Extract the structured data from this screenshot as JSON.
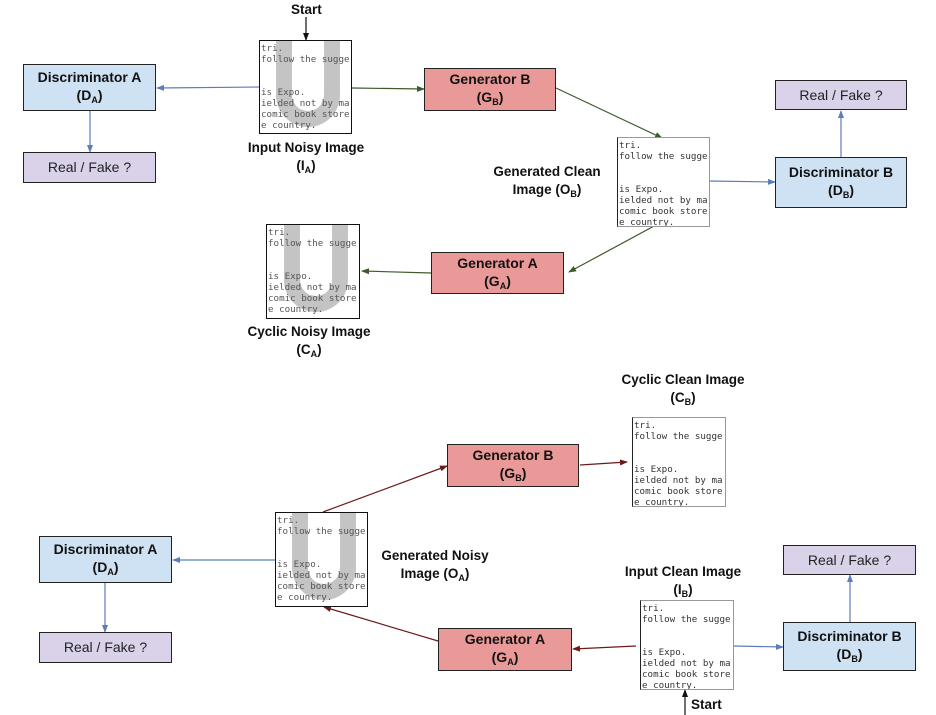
{
  "diagram": {
    "type": "CycleGAN document denoising flow",
    "start_label": "Start",
    "thumbnail_text_lines": [
      "tri.",
      "follow the sugge",
      "",
      "",
      "is Expo.",
      "ielded not by ma",
      "comic book store",
      "e country."
    ],
    "colors": {
      "discriminator_fill": "#cfe2f3",
      "generator_fill": "#ea9999",
      "real_fake_fill": "#d9d2e9",
      "edge_blue": "#5b7db8",
      "edge_green": "#3d5a2b",
      "edge_maroon": "#6b1a1a"
    }
  },
  "top": {
    "discriminator_a": {
      "name": "Discriminator A",
      "sym": "D",
      "sub": "A"
    },
    "real_fake_a": "Real / Fake ?",
    "input_image": {
      "name": "Input Noisy Image",
      "sym": "I",
      "sub": "A"
    },
    "generator_b": {
      "name": "Generator B",
      "sym": "G",
      "sub": "B"
    },
    "generated_image": {
      "name_line1": "Generated Clean",
      "name_line2": "Image",
      "sym": "O",
      "sub": "B"
    },
    "discriminator_b": {
      "name": "Discriminator B",
      "sym": "D",
      "sub": "B"
    },
    "real_fake_b": "Real / Fake ?",
    "generator_a": {
      "name": "Generator A",
      "sym": "G",
      "sub": "A"
    },
    "cyclic_image": {
      "name": "Cyclic Noisy Image",
      "sym": "C",
      "sub": "A"
    }
  },
  "bottom": {
    "cyclic_image": {
      "name": "Cyclic Clean Image",
      "sym": "C",
      "sub": "B"
    },
    "generator_b": {
      "name": "Generator B",
      "sym": "G",
      "sub": "B"
    },
    "discriminator_a": {
      "name": "Discriminator A",
      "sym": "D",
      "sub": "A"
    },
    "real_fake_a": "Real / Fake ?",
    "generated_image": {
      "name_line1": "Generated Noisy",
      "name_line2": "Image",
      "sym": "O",
      "sub": "A"
    },
    "input_image": {
      "name": "Input Clean Image",
      "sym": "I",
      "sub": "B"
    },
    "generator_a": {
      "name": "Generator A",
      "sym": "G",
      "sub": "A"
    },
    "discriminator_b": {
      "name": "Discriminator B",
      "sym": "D",
      "sub": "B"
    },
    "real_fake_b": "Real / Fake ?"
  },
  "edges": [
    {
      "from": "start-top",
      "to": "top-input-image",
      "color": "black"
    },
    {
      "from": "top-input-image",
      "to": "top-discriminator-a",
      "color": "blue"
    },
    {
      "from": "top-discriminator-a",
      "to": "top-real-fake-a",
      "color": "blue"
    },
    {
      "from": "top-input-image",
      "to": "top-generator-b",
      "color": "green"
    },
    {
      "from": "top-generator-b",
      "to": "top-generated-image",
      "color": "green"
    },
    {
      "from": "top-generated-image",
      "to": "top-discriminator-b",
      "color": "blue"
    },
    {
      "from": "top-discriminator-b",
      "to": "top-real-fake-b",
      "color": "blue"
    },
    {
      "from": "top-generated-image",
      "to": "top-generator-a",
      "color": "green"
    },
    {
      "from": "top-generator-a",
      "to": "top-cyclic-image",
      "color": "green"
    },
    {
      "from": "start-bottom",
      "to": "bottom-input-image",
      "color": "black"
    },
    {
      "from": "bottom-input-image",
      "to": "bottom-generator-a",
      "color": "maroon"
    },
    {
      "from": "bottom-input-image",
      "to": "bottom-discriminator-b",
      "color": "blue"
    },
    {
      "from": "bottom-discriminator-b",
      "to": "bottom-real-fake-b",
      "color": "blue"
    },
    {
      "from": "bottom-generator-a",
      "to": "bottom-generated-image",
      "color": "maroon"
    },
    {
      "from": "bottom-generated-image",
      "to": "bottom-discriminator-a",
      "color": "blue"
    },
    {
      "from": "bottom-discriminator-a",
      "to": "bottom-real-fake-a",
      "color": "blue"
    },
    {
      "from": "bottom-generated-image",
      "to": "bottom-generator-b",
      "color": "maroon"
    },
    {
      "from": "bottom-generator-b",
      "to": "bottom-cyclic-image",
      "color": "maroon"
    }
  ]
}
